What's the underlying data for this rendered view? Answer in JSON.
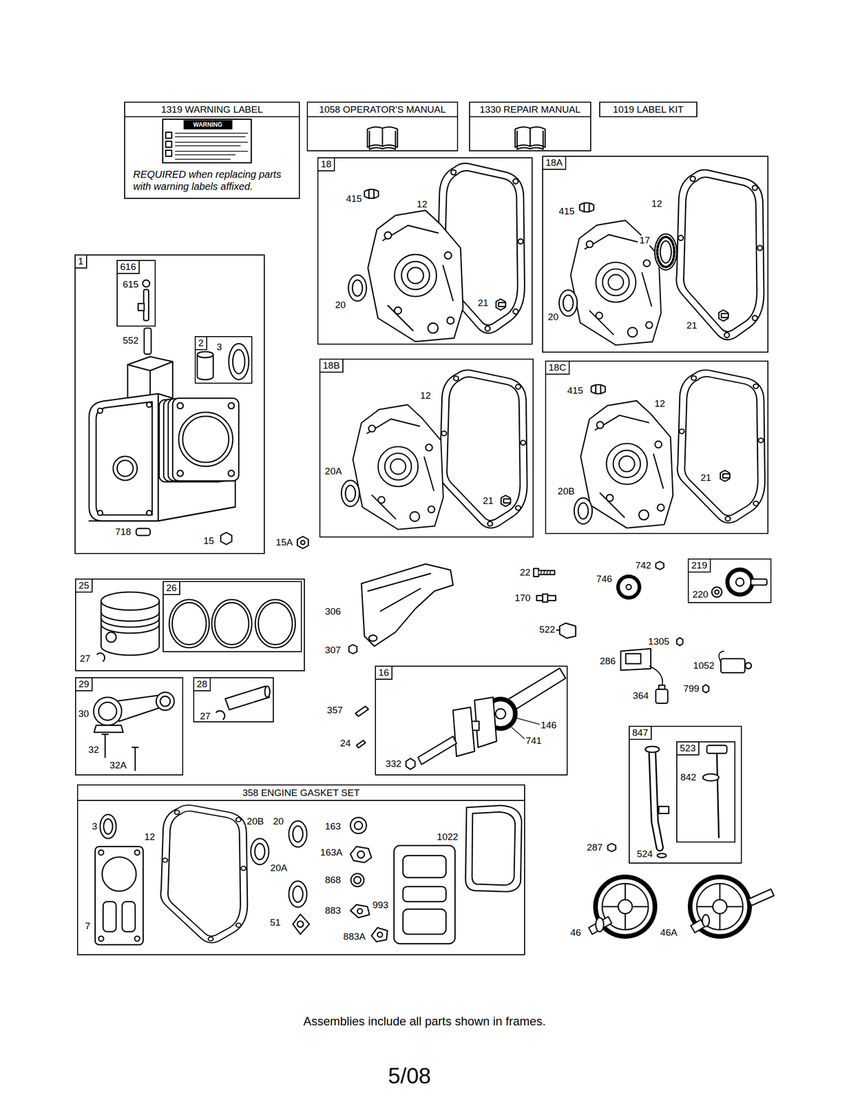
{
  "diagram": {
    "caption": "Assemblies include all parts shown in frames.",
    "nodes": [
      {
        "text": [
          "1319 WARNING LABEL",
          "REQUIRED when replacing parts with warning labels affixed."
        ]
      },
      {
        "text": [
          "1058 OPERATOR'S MANUAL"
        ]
      },
      {
        "text": [
          "1330 REPAIR MANUAL"
        ]
      },
      {
        "text": [
          "1019 LABEL KIT"
        ]
      },
      {
        "text": [
          "18",
          "415",
          "12",
          "20",
          "21"
        ]
      },
      {
        "text": [
          "18A",
          "415",
          "12",
          "17",
          "20",
          "21"
        ]
      },
      {
        "text": [
          "1",
          "552",
          "718",
          "15"
        ]
      },
      {
        "text": [
          "616",
          "615"
        ],
        "in": 6
      },
      {
        "text": [
          "2",
          "3"
        ],
        "in": 6
      },
      {
        "text": [
          "18B",
          "12",
          "20A",
          "21"
        ]
      },
      {
        "text": [
          "18C",
          "415",
          "12",
          "21",
          "20B"
        ]
      },
      {
        "text": [
          "219",
          "220"
        ]
      },
      {
        "text": [
          "25",
          "27"
        ]
      },
      {
        "text": [
          "26"
        ],
        "in": 12
      },
      {
        "text": [
          "29",
          "30",
          "32",
          "32A"
        ]
      },
      {
        "text": [
          "28",
          "27"
        ]
      },
      {
        "text": [
          "16",
          "146",
          "741",
          "332"
        ]
      },
      {
        "text": [
          "847",
          "524"
        ]
      },
      {
        "text": [
          "523",
          "842"
        ],
        "in": 17
      },
      {
        "text": [
          "358 ENGINE GASKET SET",
          "3",
          "12",
          "20B",
          "20",
          "163",
          "1022",
          "20A",
          "163A",
          "868",
          "883",
          "993",
          "7",
          "51",
          "883A"
        ]
      }
    ],
    "labels": [
      "WARNING",
      "15A",
      "22",
      "742",
      "746",
      "170",
      "306",
      "522",
      "1305",
      "286",
      "1052",
      "307",
      "364",
      "799",
      "357",
      "24",
      "287",
      "46",
      "46A",
      "5/08"
    ]
  }
}
